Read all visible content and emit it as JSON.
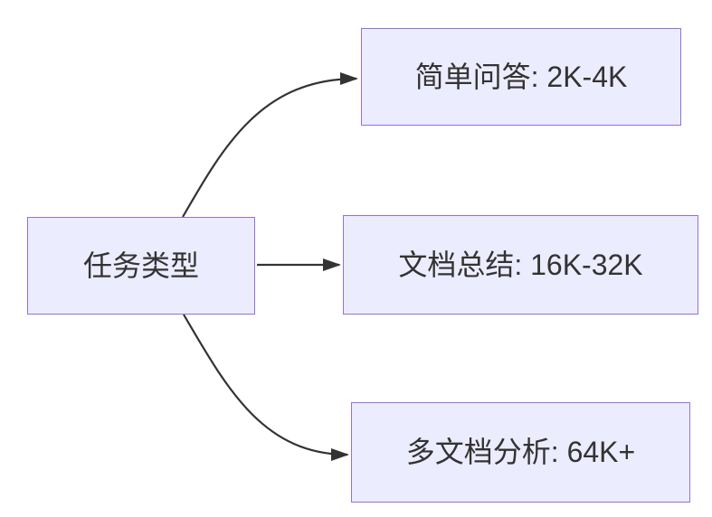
{
  "diagram": {
    "type": "flowchart",
    "direction": "left-to-right",
    "colors": {
      "background": "#FFFFFF",
      "node_fill": "#ECECFF",
      "node_border": "#9370DB",
      "text": "#333333",
      "arrow": "#333334"
    },
    "root_node": {
      "label": "任务类型"
    },
    "branch_nodes": [
      {
        "label": "简单问答: 2K-4K"
      },
      {
        "label": "文档总结: 16K-32K"
      },
      {
        "label": "多文档分析: 64K+"
      }
    ],
    "edges": [
      {
        "from": "任务类型",
        "to": "简单问答: 2K-4K"
      },
      {
        "from": "任务类型",
        "to": "文档总结: 16K-32K"
      },
      {
        "from": "任务类型",
        "to": "多文档分析: 64K+"
      }
    ]
  }
}
